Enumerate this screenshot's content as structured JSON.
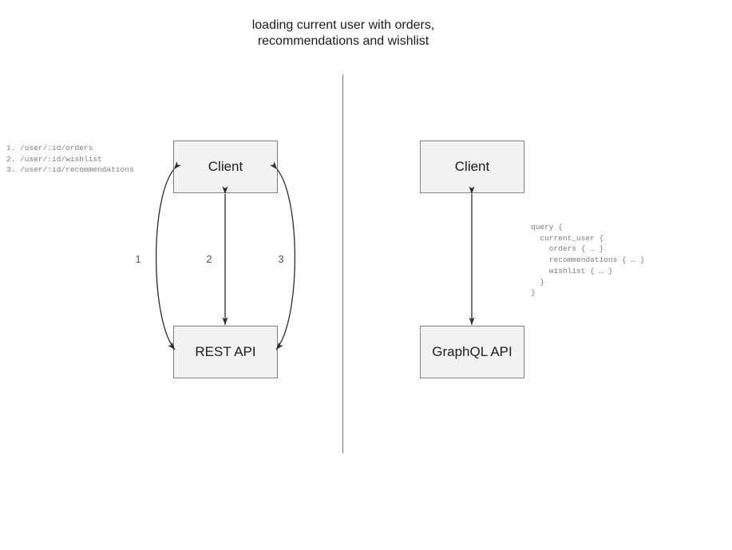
{
  "title": "loading current user with orders,\nrecommendations and wishlist",
  "colors": {
    "box_fill": "#f2f2f2",
    "box_border": "#808080",
    "arrow": "#2b2b2b",
    "divider": "#7a7a7a",
    "code_text": "#7d7d7d",
    "label_text": "#555555",
    "title_text": "#1c1c1c"
  },
  "rest_side": {
    "client_label": "Client",
    "api_label": "REST API",
    "endpoints": "1. /user/:id/orders\n2. /user/:id/wishlist\n3. /user/:id/recommendations",
    "endpoint_items": [
      {
        "number": "1.",
        "path": "/user/:id/orders"
      },
      {
        "number": "2.",
        "path": "/user/:id/wishlist"
      },
      {
        "number": "3.",
        "path": "/user/:id/recommendations"
      }
    ],
    "arrow_labels": [
      "1",
      "2",
      "3"
    ],
    "arrow_count": 3,
    "arrow_direction": "bidirectional"
  },
  "graphql_side": {
    "client_label": "Client",
    "api_label": "GraphQL API",
    "query": "query {\n  current_user {\n    orders { … }\n    recommendations { … }\n    wishlist { … }\n  }\n}",
    "query_lines": [
      "query {",
      "  current_user {",
      "    orders { … }",
      "    recommendations { … }",
      "    wishlist { … }",
      "  }",
      "}"
    ],
    "arrow_count": 1,
    "arrow_direction": "bidirectional"
  }
}
